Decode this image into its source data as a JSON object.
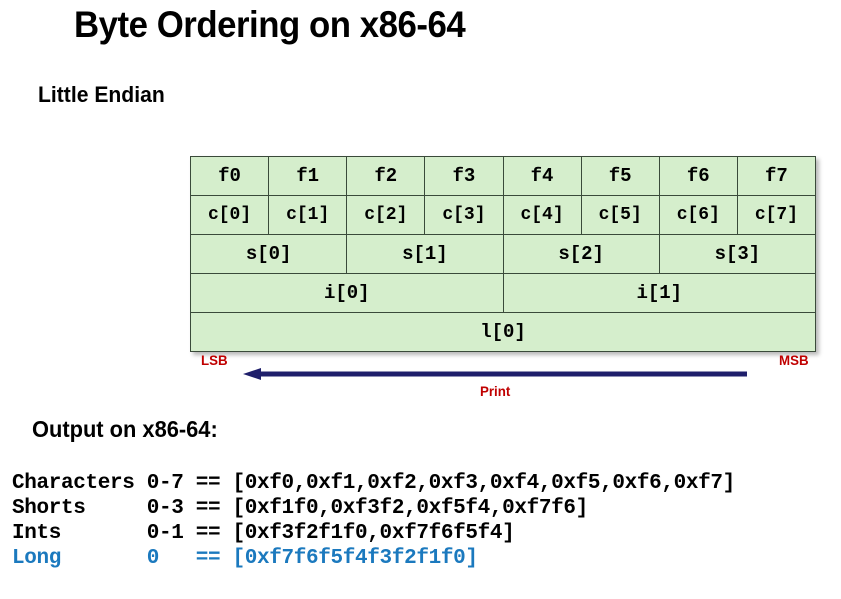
{
  "slide": {
    "title": "Byte Ordering on x86-64",
    "subtitle": "Little Endian",
    "output_heading": "Output on x86-64:"
  },
  "colors": {
    "cell_fill": "#d5eecc",
    "cell_border": "#3a4a3a",
    "label_red": "#c00000",
    "arrow_navy": "#1f1f6b",
    "long_blue": "#1b79be",
    "text_black": "#000000",
    "background": "#ffffff"
  },
  "byte_table": {
    "rows": [
      {
        "name": "bytes",
        "cells": [
          {
            "label": "f0",
            "span": 1
          },
          {
            "label": "f1",
            "span": 1
          },
          {
            "label": "f2",
            "span": 1
          },
          {
            "label": "f3",
            "span": 1
          },
          {
            "label": "f4",
            "span": 1
          },
          {
            "label": "f5",
            "span": 1
          },
          {
            "label": "f6",
            "span": 1
          },
          {
            "label": "f7",
            "span": 1
          }
        ]
      },
      {
        "name": "chars",
        "cells": [
          {
            "label": "c[0]",
            "span": 1
          },
          {
            "label": "c[1]",
            "span": 1
          },
          {
            "label": "c[2]",
            "span": 1
          },
          {
            "label": "c[3]",
            "span": 1
          },
          {
            "label": "c[4]",
            "span": 1
          },
          {
            "label": "c[5]",
            "span": 1
          },
          {
            "label": "c[6]",
            "span": 1
          },
          {
            "label": "c[7]",
            "span": 1
          }
        ]
      },
      {
        "name": "shorts",
        "cells": [
          {
            "label": "s[0]",
            "span": 2
          },
          {
            "label": "s[1]",
            "span": 2
          },
          {
            "label": "s[2]",
            "span": 2
          },
          {
            "label": "s[3]",
            "span": 2
          }
        ]
      },
      {
        "name": "ints",
        "cells": [
          {
            "label": "i[0]",
            "span": 4
          },
          {
            "label": "i[1]",
            "span": 4
          }
        ]
      },
      {
        "name": "long",
        "cells": [
          {
            "label": "l[0]",
            "span": 8
          }
        ]
      }
    ]
  },
  "annotations": {
    "lsb": "LSB",
    "msb": "MSB",
    "print": "Print",
    "arrow_direction": "left"
  },
  "output_lines": [
    {
      "text": "Characters 0-7 == [0xf0,0xf1,0xf2,0xf3,0xf4,0xf5,0xf6,0xf7]",
      "highlight": false
    },
    {
      "text": "Shorts     0-3 == [0xf1f0,0xf3f2,0xf5f4,0xf7f6]",
      "highlight": false
    },
    {
      "text": "Ints       0-1 == [0xf3f2f1f0,0xf7f6f5f4]",
      "highlight": false
    },
    {
      "text": "Long       0   == [0xf7f6f5f4f3f2f1f0]",
      "highlight": true
    }
  ]
}
